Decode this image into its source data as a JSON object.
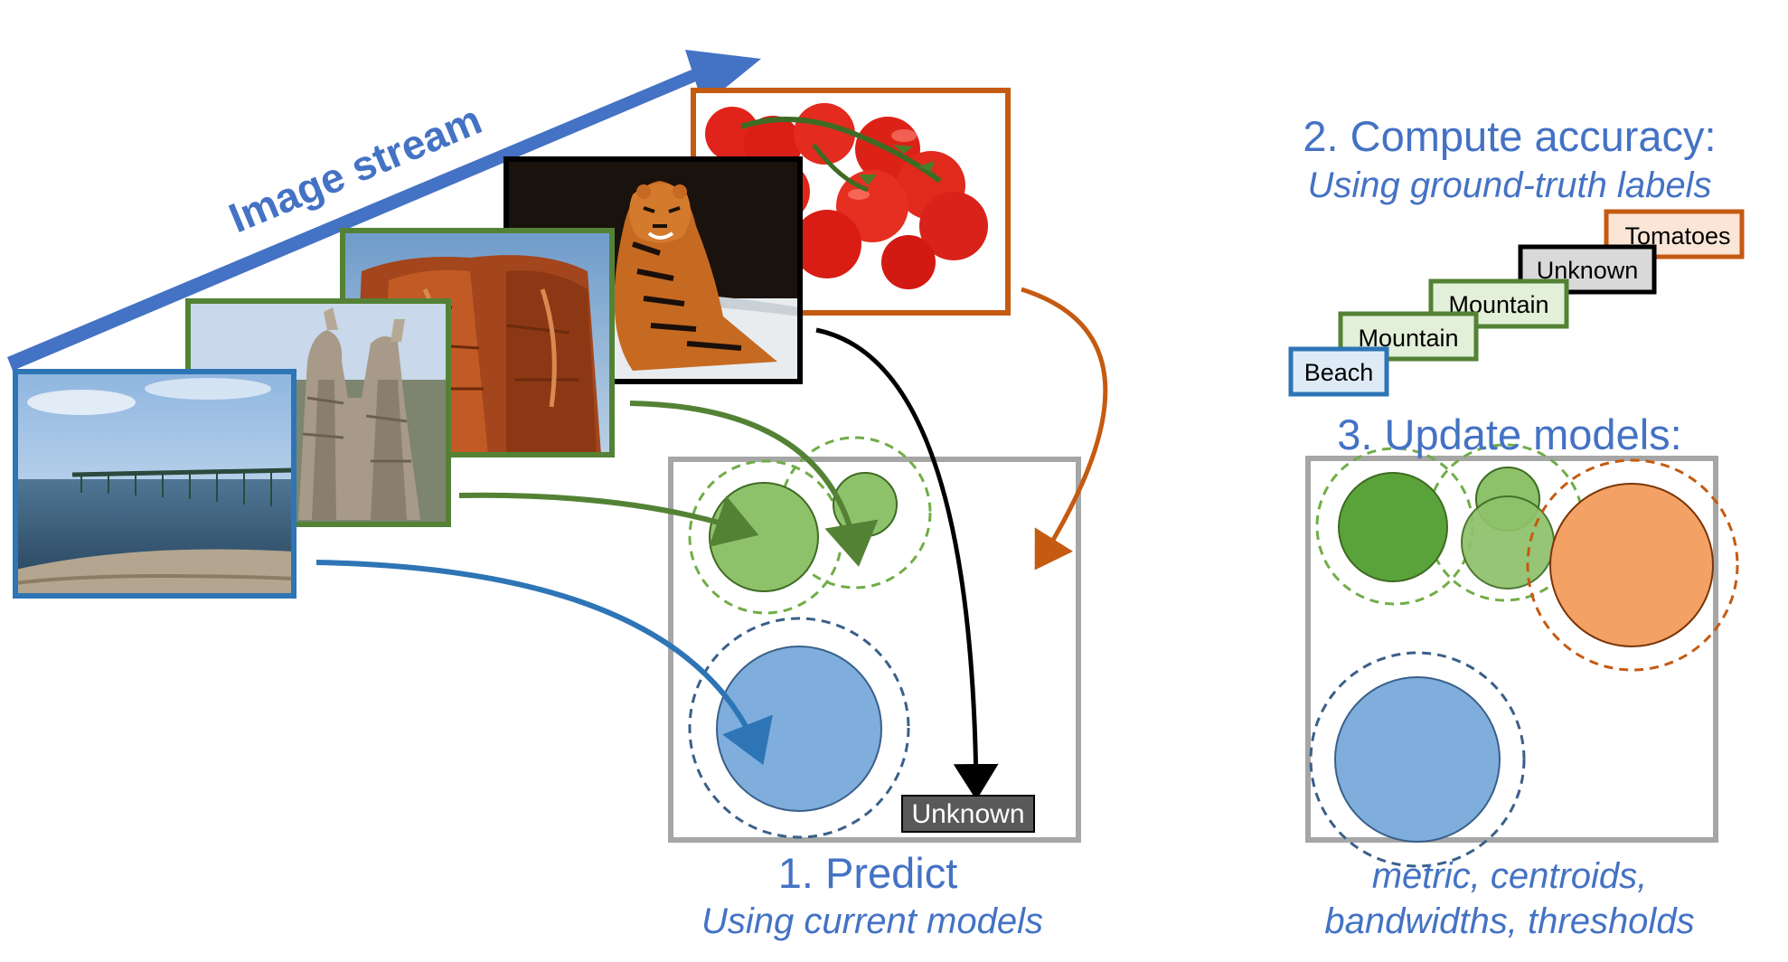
{
  "stream": {
    "label": "Image stream",
    "images": [
      {
        "id": "beach",
        "scene": "beach-pier-photo",
        "border": "#2e75b6"
      },
      {
        "id": "mountain1",
        "scene": "rock-formation-photo",
        "border": "#548235"
      },
      {
        "id": "mountain2",
        "scene": "red-cliff-photo",
        "border": "#548235"
      },
      {
        "id": "tiger",
        "scene": "tiger-in-snow-photo",
        "border": "#000000"
      },
      {
        "id": "tomatoes",
        "scene": "tomatoes-photo",
        "border": "#c55a11"
      }
    ]
  },
  "predict": {
    "title": "1. Predict",
    "subtitle": "Using current models",
    "unknown_label": "Unknown"
  },
  "accuracy": {
    "title": "2. Compute accuracy:",
    "subtitle": "Using ground-truth labels",
    "labels": [
      {
        "text": "Beach",
        "border": "#2e75b6",
        "fill": "#deebf7"
      },
      {
        "text": "Mountain",
        "border": "#548235",
        "fill": "#e2f0d9"
      },
      {
        "text": "Mountain",
        "border": "#548235",
        "fill": "#e2f0d9"
      },
      {
        "text": "Unknown",
        "border": "#000000",
        "fill": "#d9d9d9"
      },
      {
        "text": "Tomatoes",
        "border": "#c55a11",
        "fill": "#fbe5d6"
      }
    ]
  },
  "update": {
    "title": "3. Update models:",
    "caption_line1": "metric, centroids,",
    "caption_line2": "bandwidths, thresholds"
  },
  "colors": {
    "blue": "#2e75b6",
    "blue_fill": "#7faedd",
    "green": "#548235",
    "green_fill": "#8ec26a",
    "orange": "#c55a11",
    "orange_fill": "#f4a165",
    "caption": "#4472c4",
    "frame": "#a6a6a6"
  }
}
